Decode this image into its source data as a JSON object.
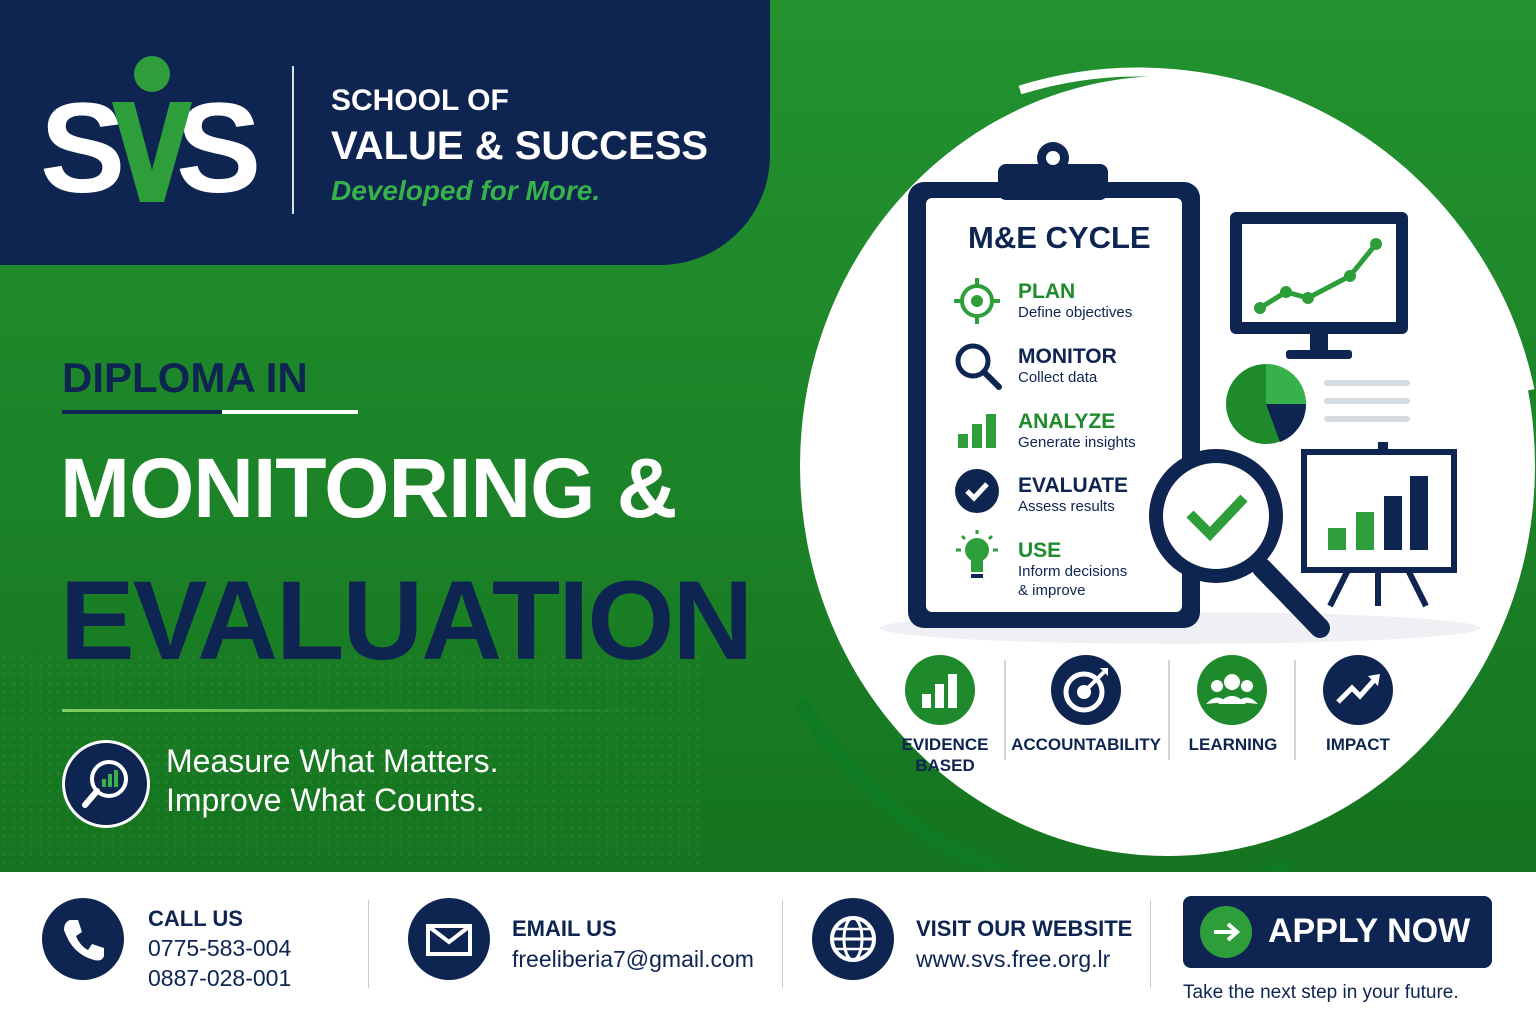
{
  "brand": {
    "logo_text": "SVS",
    "school_line1": "SCHOOL OF",
    "school_line2": "VALUE & SUCCESS",
    "tagline": "Developed for More."
  },
  "headline": {
    "kicker": "DIPLOMA IN",
    "title_line1": "MONITORING &",
    "title_line2": "EVALUATION"
  },
  "motto": {
    "icon": "magnifier-chart-icon",
    "line1": "Measure What Matters.",
    "line2": "Improve What Counts."
  },
  "cycle": {
    "title": "M&E CYCLE",
    "steps": [
      {
        "icon": "target-icon",
        "title": "PLAN",
        "desc": "Define objectives"
      },
      {
        "icon": "magnifier-icon",
        "title": "MONITOR",
        "desc": "Collect data"
      },
      {
        "icon": "bar-chart-icon",
        "title": "ANALYZE",
        "desc": "Generate insights"
      },
      {
        "icon": "check-circle-icon",
        "title": "EVALUATE",
        "desc": "Assess results"
      },
      {
        "icon": "lightbulb-icon",
        "title": "USE",
        "desc": "Inform decisions",
        "desc2": "& improve"
      }
    ]
  },
  "values": [
    {
      "icon": "bar-chart-icon",
      "line1": "EVIDENCE",
      "line2": "BASED"
    },
    {
      "icon": "target-arrow-icon",
      "line1": "ACCOUNTABILITY"
    },
    {
      "icon": "people-icon",
      "line1": "LEARNING"
    },
    {
      "icon": "trend-arrow-icon",
      "line1": "IMPACT"
    }
  ],
  "contact": {
    "call": {
      "icon": "phone-icon",
      "label": "CALL US",
      "phone1": "0775-583-004",
      "phone2": "0887-028-001"
    },
    "email": {
      "icon": "envelope-icon",
      "label": "EMAIL US",
      "address": "freeliberia7@gmail.com"
    },
    "web": {
      "icon": "globe-icon",
      "label": "VISIT OUR WEBSITE",
      "url": "www.svs.free.org.lr"
    }
  },
  "cta": {
    "icon": "arrow-right-icon",
    "label": "APPLY NOW",
    "subtext": "Take the next step in your future."
  },
  "colors": {
    "navy": "#0e2451",
    "green": "#1f8a2c",
    "accent_green": "#37b24a",
    "white": "#ffffff"
  }
}
